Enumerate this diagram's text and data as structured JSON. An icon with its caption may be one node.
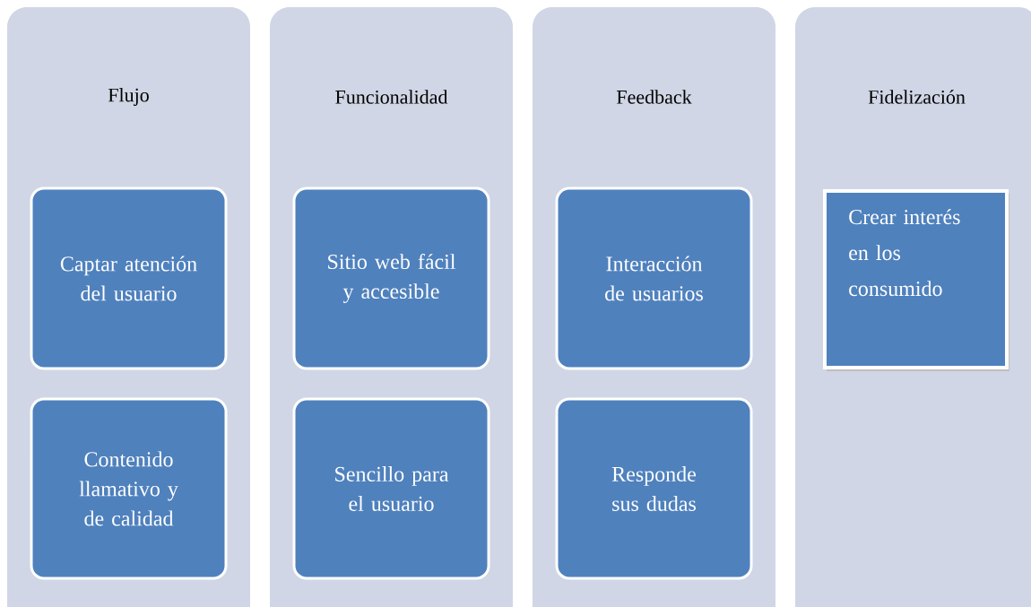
{
  "diagram": {
    "nodes": [
      {
        "text": [
          "Flujo"
        ]
      },
      {
        "text": [
          "Captar atención del usuario"
        ],
        "in": 0
      },
      {
        "text": [
          "Contenido llamativo y de calidad"
        ],
        "in": 0
      },
      {
        "text": [
          "Funcionalidad"
        ]
      },
      {
        "text": [
          "Sitio web fácil y accesible"
        ],
        "in": 3
      },
      {
        "text": [
          "Sencillo para el usuario"
        ],
        "in": 3
      },
      {
        "text": [
          "Feedback"
        ]
      },
      {
        "text": [
          "Interacción de usuarios"
        ],
        "in": 6
      },
      {
        "text": [
          "Responde sus dudas"
        ],
        "in": 6
      },
      {
        "text": [
          "Fidelización"
        ]
      },
      {
        "text": [
          "Crear interés en los consumido"
        ],
        "in": 9
      }
    ]
  }
}
